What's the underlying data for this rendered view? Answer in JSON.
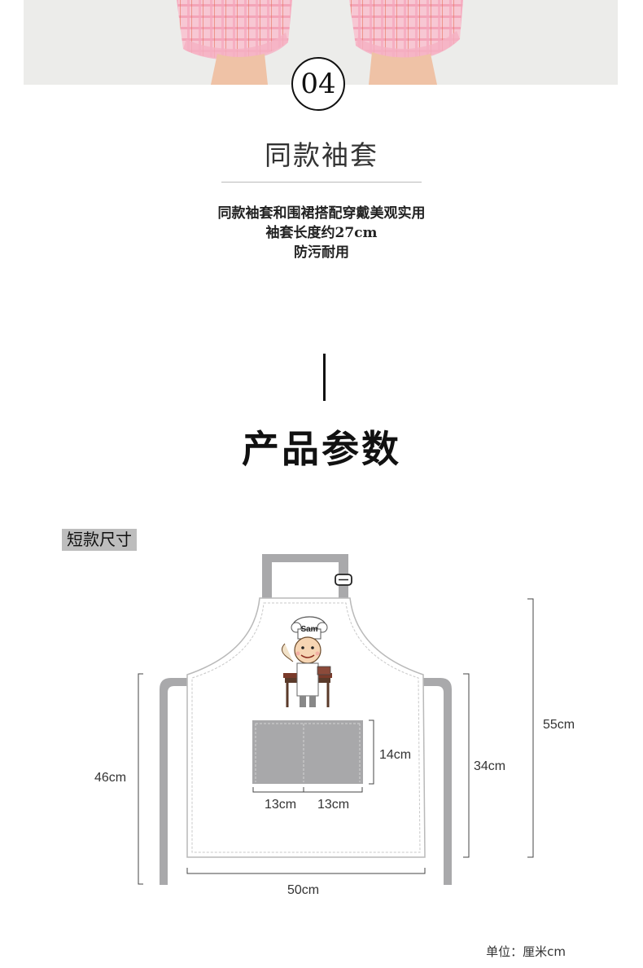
{
  "section": {
    "number": "04",
    "title": "同款袖套",
    "lines": [
      "同款袖套和围裙搭配穿戴美观实用",
      "袖套长度约27cm",
      "防污耐用"
    ]
  },
  "params": {
    "title": "产品参数",
    "size_tag": "短款尺寸",
    "apron_print_name": "Sam",
    "dims": {
      "total_height": "55cm",
      "bib_width": "46cm",
      "side_height": "34cm",
      "pocket_height": "14cm",
      "pocket_left_width": "13cm",
      "pocket_right_width": "13cm",
      "bottom_width": "50cm"
    },
    "unit_note": "单位：厘米cm"
  },
  "colors": {
    "strap": "#a9a9ab",
    "pocket": "#a8a8aa",
    "sleeve_pink": "#f4b8c8"
  }
}
